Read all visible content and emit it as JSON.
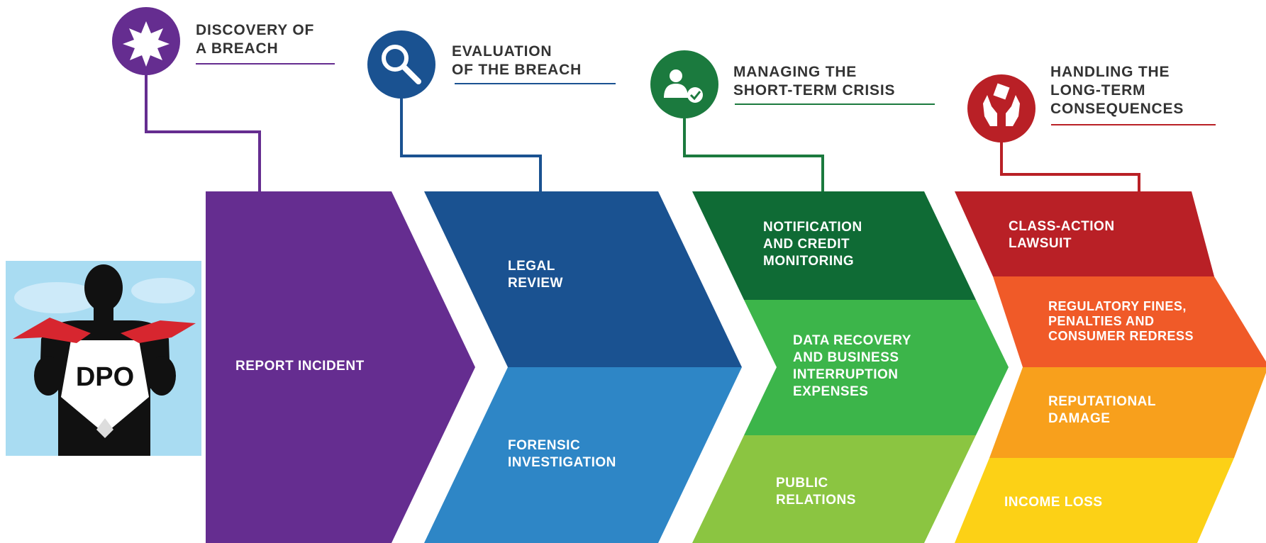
{
  "stages": [
    {
      "id": "discovery",
      "title": [
        "DISCOVERY OF",
        "A BREACH"
      ],
      "color": "#652d90",
      "icon": "starburst-icon",
      "blocks": [
        {
          "label": [
            "REPORT INCIDENT"
          ],
          "color": "#652d90"
        }
      ]
    },
    {
      "id": "evaluation",
      "title": [
        "EVALUATION",
        "OF THE BREACH"
      ],
      "color": "#1a5291",
      "icon": "magnifier-icon",
      "blocks": [
        {
          "label": [
            "LEGAL",
            "REVIEW"
          ],
          "color": "#1a5291"
        },
        {
          "label": [
            "FORENSIC",
            "INVESTIGATION"
          ],
          "color": "#2e86c6"
        }
      ]
    },
    {
      "id": "short-term",
      "title": [
        "MANAGING THE",
        "SHORT-TERM CRISIS"
      ],
      "color": "#1b7a3e",
      "icon": "person-check-icon",
      "blocks": [
        {
          "label": [
            "NOTIFICATION",
            "AND CREDIT",
            "MONITORING"
          ],
          "color": "#0f6b35"
        },
        {
          "label": [
            "DATA RECOVERY",
            "AND BUSINESS",
            "INTERRUPTION",
            "EXPENSES"
          ],
          "color": "#3cb54a"
        },
        {
          "label": [
            "PUBLIC",
            "RELATIONS"
          ],
          "color": "#8bc541"
        }
      ]
    },
    {
      "id": "long-term",
      "title": [
        "HANDLING THE",
        "LONG-TERM",
        "CONSEQUENCES"
      ],
      "color": "#b92026",
      "icon": "hands-box-icon",
      "blocks": [
        {
          "label": [
            "CLASS-ACTION",
            "LAWSUIT"
          ],
          "color": "#b92026"
        },
        {
          "label": [
            "REGULATORY FINES,",
            "PENALTIES AND",
            "CONSUMER REDRESS"
          ],
          "color": "#f05a28"
        },
        {
          "label": [
            "REPUTATIONAL",
            "DAMAGE"
          ],
          "color": "#f8a01c"
        },
        {
          "label": [
            "INCOME LOSS"
          ],
          "color": "#fcd116"
        }
      ]
    }
  ],
  "dpo": {
    "label": "DPO",
    "sky_color": "#a9dcf2",
    "tie_color": "#d7262f"
  }
}
